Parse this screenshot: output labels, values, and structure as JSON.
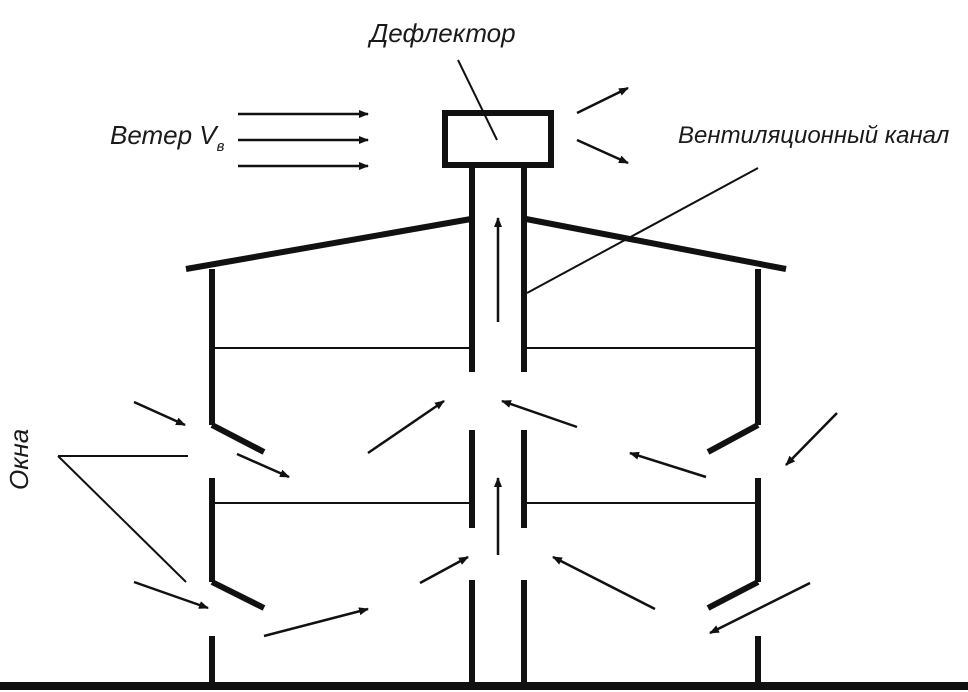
{
  "labels": {
    "deflector": "Дефлектор",
    "wind_prefix": "Ветер V",
    "wind_subscript": "в",
    "ventilation_channel": "Вентиляционный канал",
    "windows": "Окна"
  },
  "colors": {
    "stroke": "#111111",
    "background": "#ffffff"
  }
}
